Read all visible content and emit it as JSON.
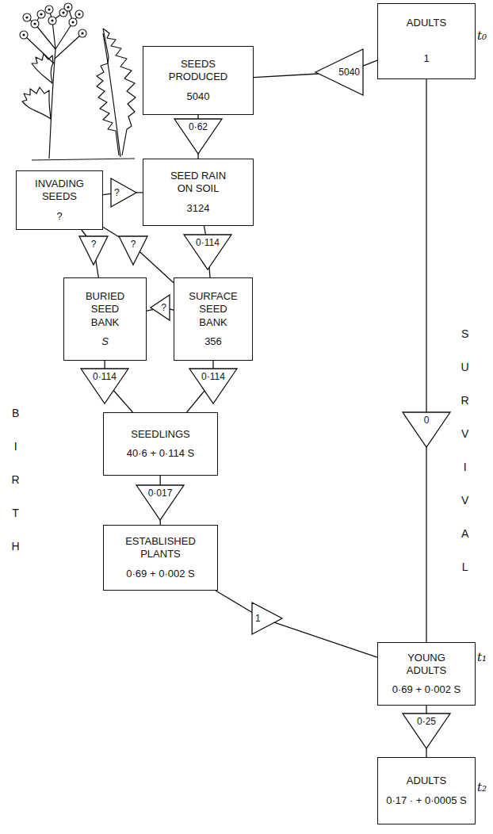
{
  "diagram": {
    "nodes": [
      {
        "text": [
          "ADULTS",
          "1"
        ]
      },
      {
        "text": [
          "5040"
        ]
      },
      {
        "text": [
          "SEEDS PRODUCED",
          "5040"
        ]
      },
      {
        "text": [
          "0·62"
        ]
      },
      {
        "text": [
          "INVADING SEEDS",
          "?"
        ]
      },
      {
        "text": [
          "?"
        ]
      },
      {
        "text": [
          "SEED RAIN ON SOIL",
          "3124"
        ]
      },
      {
        "text": [
          "?"
        ]
      },
      {
        "text": [
          "?"
        ]
      },
      {
        "text": [
          "0·114"
        ]
      },
      {
        "text": [
          "BURIED SEED BANK",
          "S"
        ]
      },
      {
        "text": [
          "?"
        ]
      },
      {
        "text": [
          "SURFACE SEED BANK",
          "356"
        ]
      },
      {
        "text": [
          "0·114"
        ]
      },
      {
        "text": [
          "0·114"
        ]
      },
      {
        "text": [
          "SEEDLINGS",
          "40·6 + 0·114 S"
        ]
      },
      {
        "text": [
          "0·017"
        ]
      },
      {
        "text": [
          "ESTABLISHED PLANTS",
          "0·69 + 0·002 S"
        ]
      },
      {
        "text": [
          "1"
        ]
      },
      {
        "text": [
          "0"
        ]
      },
      {
        "text": [
          "YOUNG ADULTS",
          "0·69 + 0·002 S"
        ]
      },
      {
        "text": [
          "0·25"
        ]
      },
      {
        "text": [
          "ADULTS",
          "0·17 · + 0·0005 S"
        ]
      }
    ],
    "edges": [
      {
        "from": 0,
        "to": 1,
        "arrow": "none"
      },
      {
        "from": 1,
        "to": 2,
        "arrow": "none"
      },
      {
        "from": 2,
        "to": 3,
        "arrow": "none"
      },
      {
        "from": 3,
        "to": 6,
        "arrow": "none"
      },
      {
        "from": 4,
        "to": 5,
        "arrow": "none"
      },
      {
        "from": 5,
        "to": 6,
        "arrow": "none"
      },
      {
        "from": 4,
        "to": 7,
        "arrow": "none"
      },
      {
        "from": 7,
        "to": 10,
        "arrow": "none"
      },
      {
        "from": 4,
        "to": 8,
        "arrow": "none"
      },
      {
        "from": 8,
        "to": 12,
        "arrow": "none"
      },
      {
        "from": 6,
        "to": 9,
        "arrow": "none"
      },
      {
        "from": 9,
        "to": 12,
        "arrow": "none"
      },
      {
        "from": 12,
        "to": 11,
        "arrow": "none"
      },
      {
        "from": 11,
        "to": 10,
        "arrow": "none"
      },
      {
        "from": 10,
        "to": 13,
        "arrow": "none"
      },
      {
        "from": 13,
        "to": 15,
        "arrow": "none"
      },
      {
        "from": 12,
        "to": 14,
        "arrow": "none"
      },
      {
        "from": 14,
        "to": 15,
        "arrow": "none"
      },
      {
        "from": 15,
        "to": 16,
        "arrow": "none"
      },
      {
        "from": 16,
        "to": 17,
        "arrow": "none"
      },
      {
        "from": 17,
        "to": 18,
        "arrow": "none"
      },
      {
        "from": 18,
        "to": 20,
        "arrow": "none"
      },
      {
        "from": 0,
        "to": 19,
        "arrow": "none"
      },
      {
        "from": 19,
        "to": 20,
        "arrow": "none"
      },
      {
        "from": 20,
        "to": 21,
        "arrow": "none"
      },
      {
        "from": 21,
        "to": 22,
        "arrow": "none"
      }
    ],
    "labels": [
      "t₀",
      "t₁",
      "t₂",
      "SURVIVAL",
      "BIRTH"
    ]
  }
}
